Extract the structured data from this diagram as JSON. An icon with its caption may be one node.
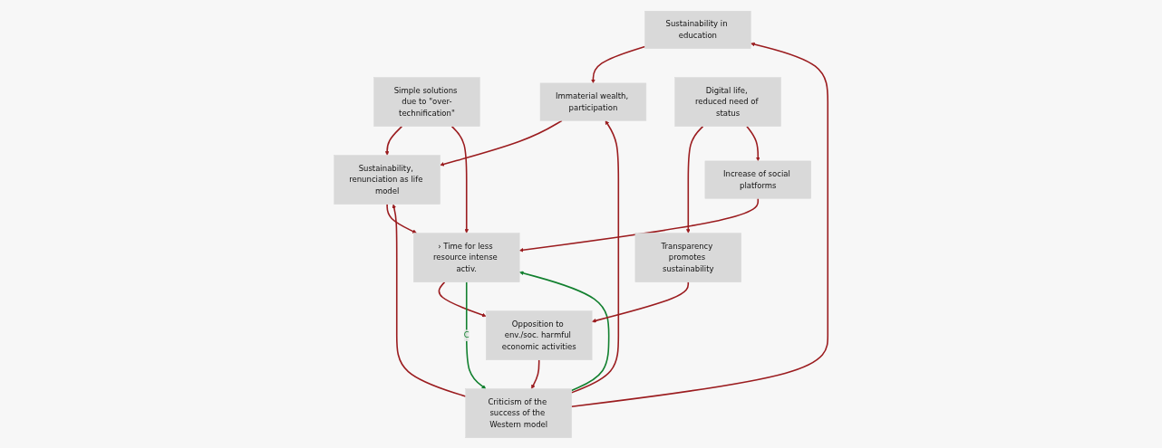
{
  "diagram": {
    "nodes": [
      {
        "text": [
          "Sustainability in education"
        ]
      },
      {
        "text": [
          "Criticism of the success of the Western model"
        ]
      },
      {
        "text": [
          "Sustainability, renunciation as life model"
        ]
      },
      {
        "text": [
          "Simple solutions due to \"over-technification\""
        ]
      },
      {
        "text": [
          "Immaterial wealth, participation"
        ]
      },
      {
        "text": [
          "Opposition to env./soc. harmful economic activities"
        ]
      },
      {
        "text": [
          "› Time for less resource intense activ."
        ]
      },
      {
        "text": [
          "Increase of social platforms"
        ]
      },
      {
        "text": [
          "Transparency promotes sustainability"
        ]
      },
      {
        "text": [
          "Digital life, reduced need of status"
        ]
      }
    ],
    "edges": [
      {
        "from": 1,
        "to": 0,
        "arrow": "to"
      },
      {
        "from": 0,
        "to": 4,
        "arrow": "to"
      },
      {
        "from": 1,
        "to": 4,
        "arrow": "to"
      },
      {
        "from": 1,
        "to": 2,
        "arrow": "to"
      },
      {
        "from": 4,
        "to": 2,
        "arrow": "to"
      },
      {
        "from": 5,
        "to": 1,
        "arrow": "to"
      },
      {
        "from": 1,
        "to": 6,
        "arrow": "to",
        "color": "#12802f"
      },
      {
        "from": 3,
        "to": 2,
        "arrow": "to"
      },
      {
        "from": 3,
        "to": 6,
        "arrow": "to"
      },
      {
        "from": 2,
        "to": 6,
        "arrow": "to"
      },
      {
        "from": 6,
        "to": 5,
        "arrow": "to"
      },
      {
        "from": 8,
        "to": 5,
        "arrow": "to"
      },
      {
        "from": 6,
        "to": 1,
        "arrow": "to",
        "label": "C",
        "color": "#12802f"
      },
      {
        "from": 7,
        "to": 6,
        "arrow": "to"
      },
      {
        "from": 9,
        "to": 8,
        "arrow": "to"
      },
      {
        "from": 9,
        "to": 7,
        "arrow": "to"
      }
    ]
  }
}
